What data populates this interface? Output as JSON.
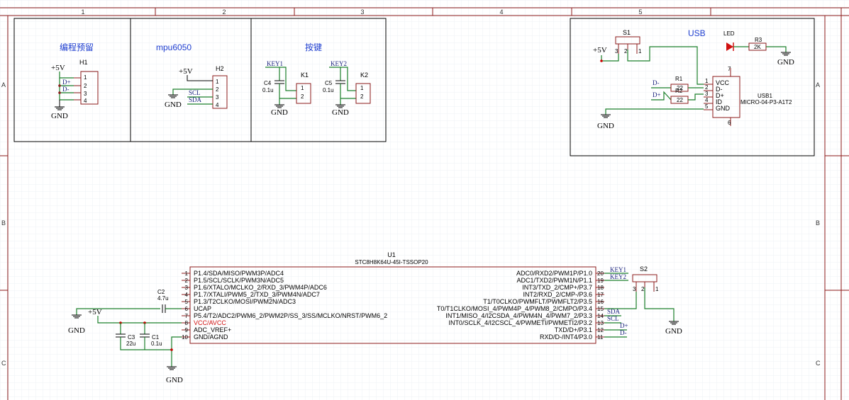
{
  "columns": [
    "1",
    "2",
    "3",
    "4",
    "5"
  ],
  "rows": [
    "A",
    "B",
    "C"
  ],
  "blocks": {
    "prog": {
      "title": "编程预留",
      "ref": "H1",
      "pins": [
        "1",
        "2",
        "3",
        "4"
      ]
    },
    "mpu": {
      "title": "mpu6050",
      "ref": "H2",
      "pins": [
        "1",
        "2",
        "3",
        "4"
      ]
    },
    "keys": {
      "title": "按键"
    },
    "usb": {
      "title": "USB"
    }
  },
  "nets": {
    "plus5v": "+5V",
    "gnd": "GND",
    "dplus": "D+",
    "dminus": "D-",
    "scl": "SCL",
    "sda": "SDA",
    "key1": "KEY1",
    "key2": "KEY2"
  },
  "keys": [
    {
      "cap_ref": "C4",
      "cap_val": "0.1u",
      "ref": "K1",
      "pins": [
        "1",
        "2"
      ]
    },
    {
      "cap_ref": "C5",
      "cap_val": "0.1u",
      "ref": "K2",
      "pins": [
        "1",
        "2"
      ]
    }
  ],
  "usb_parts": {
    "switch": "S1",
    "switch_pins": [
      "3",
      "2",
      "1"
    ],
    "led": "LED",
    "r1": {
      "ref": "R1",
      "val": "22"
    },
    "r2": {
      "ref": "R2",
      "val": "22"
    },
    "r3": {
      "ref": "R3",
      "val": "2K"
    },
    "connector_ref": "USB1",
    "connector_val": "MICRO-04-P3-A1T2",
    "conn_pins": [
      {
        "num": "1",
        "name": "VCC"
      },
      {
        "num": "2",
        "name": "D-"
      },
      {
        "num": "3",
        "name": "D+"
      },
      {
        "num": "4",
        "name": "ID"
      },
      {
        "num": "5",
        "name": "GND"
      }
    ],
    "pin7": "7",
    "pin6": "6"
  },
  "mcu": {
    "ref": "U1",
    "value": "STC8H8K64U-45I-TSSOP20",
    "left_pins": [
      {
        "num": "1",
        "name": "P1.4/SDA/MISO/PWM3P/ADC4"
      },
      {
        "num": "2",
        "name": "P1.5/SCL/SCLK/PWM3N/ADC5"
      },
      {
        "num": "3",
        "name": "P1.6/XTALO/MCLKO_2/RXD_3/PWM4P/ADC6"
      },
      {
        "num": "4",
        "name": "P1.7/XTALI/PWM5_2/TXD_3/PWM4N/ADC7"
      },
      {
        "num": "5",
        "name": "P1.3/T2CLKO/MOSI/PWM2N/ADC3"
      },
      {
        "num": "6",
        "name": "UCAP"
      },
      {
        "num": "7",
        "name": "P5.4/T2/ADC2/PWM6_2/PWM2P/SS_3/SS/MCLKO/NRST/PWM6_2"
      },
      {
        "num": "8",
        "name": "VCC/AVCC"
      },
      {
        "num": "9",
        "name": "ADC_VREF+"
      },
      {
        "num": "10",
        "name": "GND/AGND"
      }
    ],
    "right_pins": [
      {
        "num": "20",
        "name": "ADC0/RXD2/PWM1P/P1.0"
      },
      {
        "num": "19",
        "name": "ADC1/TXD2/PWM1N/P1.1"
      },
      {
        "num": "18",
        "name": "INT3/TXD_2/CMP+/P3.7"
      },
      {
        "num": "17",
        "name": "INT2/RXD_2/CMP-/P3.6"
      },
      {
        "num": "16",
        "name": "T1/T0CLKO/PWMFLT/PWMFLT2/P3.5"
      },
      {
        "num": "15",
        "name": "T0/T1CLKO/MOSI_4/PWM4P_4/PWM8_2/CMPO/P3.4"
      },
      {
        "num": "14",
        "name": "INT1/MISO_4/I2CSDA_4/PWM4N_4/PWM7_2/P3.3"
      },
      {
        "num": "13",
        "name": "INT0/SCLK_4/I2CSCL_4/PWMETI/PWMETI2/P3.2"
      },
      {
        "num": "12",
        "name": "TXD/D+/P3.1"
      },
      {
        "num": "11",
        "name": "RXD/D-/INT4/P3.0"
      }
    ],
    "c1": {
      "ref": "C1",
      "val": "0.1u"
    },
    "c2": {
      "ref": "C2",
      "val": "4.7u"
    },
    "c3": {
      "ref": "C3",
      "val": "22u"
    },
    "s2": "S2",
    "s2_pins": [
      "3",
      "2",
      "1"
    ]
  }
}
